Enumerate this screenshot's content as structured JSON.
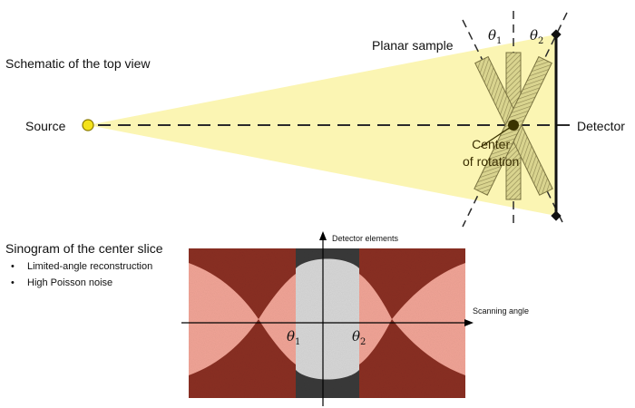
{
  "schematic": {
    "title": "Schematic of the top view",
    "source_label": "Source",
    "detector_label": "Detector",
    "sample_label": "Planar sample",
    "center_label_line1": "Center",
    "center_label_line2": "of rotation",
    "theta1_symbol": "θ",
    "theta1_index": "1",
    "theta2_symbol": "θ",
    "theta2_index": "2",
    "colors": {
      "beam": "#fbf5b3",
      "source": "#f4e21a",
      "sample_fill": "#d9d48f",
      "center": "#3a3300"
    }
  },
  "sinogram": {
    "title": "Sinogram of the center slice",
    "bullets": [
      "Limited-angle reconstruction",
      "High Poisson noise"
    ],
    "y_axis_label": "Detector elements",
    "x_axis_label": "Scanning angle",
    "theta1_symbol": "θ",
    "theta1_index": "1",
    "theta2_symbol": "θ",
    "theta2_index": "2",
    "colors": {
      "masked": "#8b2f22",
      "signal": "#f2a597",
      "gray_band": "#3a3a3a",
      "gray_signal": "#d8d8d8"
    }
  }
}
